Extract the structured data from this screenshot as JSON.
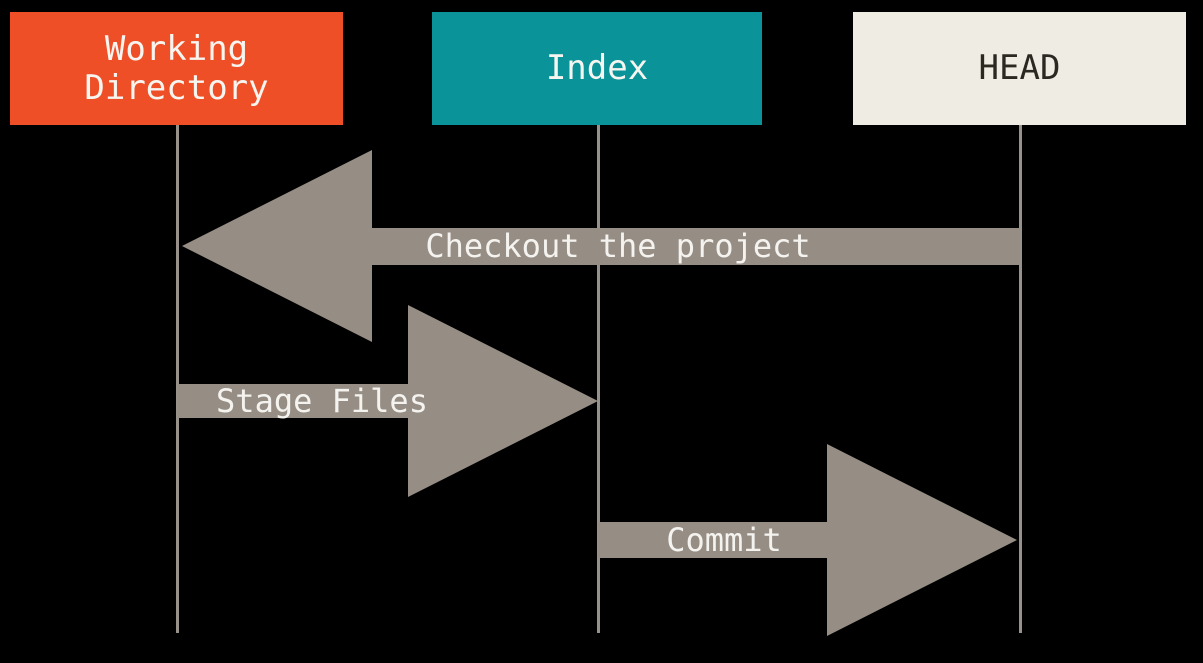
{
  "diagram": {
    "title": "git-lifecycle-sequence",
    "background_color": "#000000",
    "boxes": [
      {
        "id": "working-directory",
        "label": "Working Directory",
        "bg_color": "#ee4f27",
        "text_color": "#f7f5f0"
      },
      {
        "id": "index",
        "label": "Index",
        "bg_color": "#0a9499",
        "text_color": "#f7f5f0"
      },
      {
        "id": "head",
        "label": "HEAD",
        "bg_color": "#efede3",
        "text_color": "#2b2822"
      }
    ],
    "lifelines": [
      {
        "belongs_to": "working-directory"
      },
      {
        "belongs_to": "index"
      },
      {
        "belongs_to": "head"
      }
    ],
    "arrows": [
      {
        "id": "checkout",
        "label": "Checkout the project",
        "from": "head",
        "to": "working-directory",
        "direction": "left"
      },
      {
        "id": "stage",
        "label": "Stage Files",
        "from": "working-directory",
        "to": "index",
        "direction": "right"
      },
      {
        "id": "commit",
        "label": "Commit",
        "from": "index",
        "to": "head",
        "direction": "right"
      }
    ],
    "arrow_color": "#968e85",
    "lifeline_color": "#97918a",
    "arrow_label_color": "#f5f3ef"
  }
}
